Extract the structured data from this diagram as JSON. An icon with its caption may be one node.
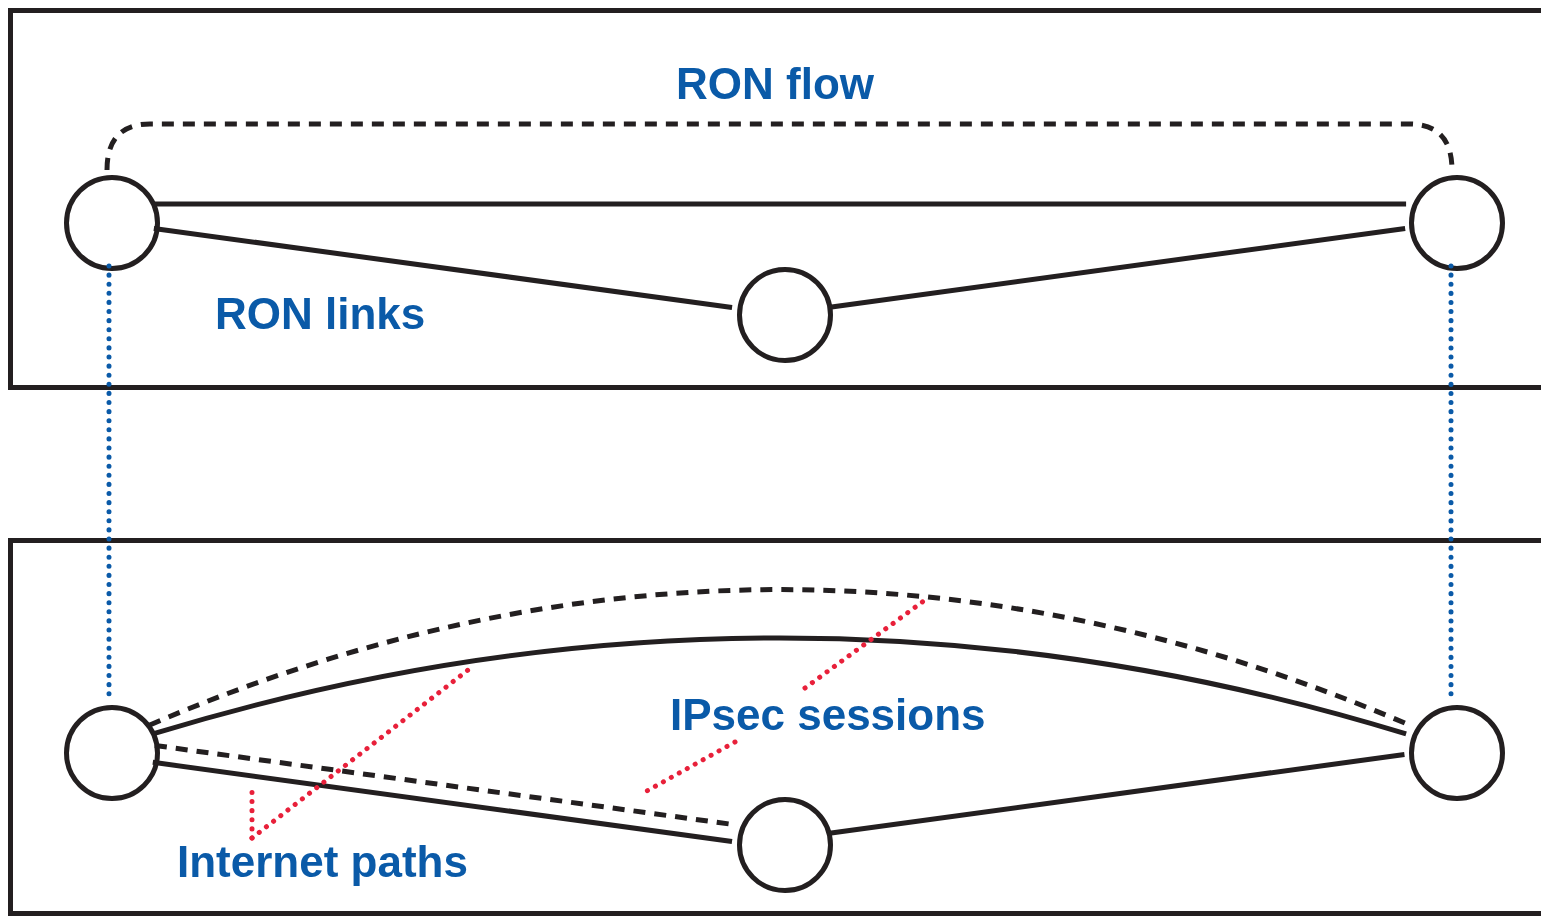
{
  "diagram": {
    "nodes": [
      {
        "text": [],
        "shape": "box"
      },
      {
        "text": [],
        "shape": "circle",
        "in": 0
      },
      {
        "text": [],
        "shape": "circle",
        "in": 0
      },
      {
        "text": [],
        "shape": "circle",
        "in": 0
      },
      {
        "text": [],
        "shape": "box"
      },
      {
        "text": [],
        "shape": "circle",
        "in": 4
      },
      {
        "text": [],
        "shape": "circle",
        "in": 4
      },
      {
        "text": [],
        "shape": "circle",
        "in": 4
      },
      {
        "text": [
          "IPsec sessions"
        ],
        "in": 4
      },
      {
        "text": [
          "Internet paths"
        ],
        "in": 4
      }
    ],
    "edges": [
      {
        "from": 1,
        "to": 2,
        "arrow": "none",
        "style": "dashed",
        "label": "RON flow"
      },
      {
        "from": 1,
        "to": 2,
        "arrow": "none"
      },
      {
        "from": 1,
        "to": 3,
        "arrow": "none"
      },
      {
        "from": 3,
        "to": 2,
        "arrow": "none"
      },
      {
        "from": 1,
        "to": 5,
        "arrow": "none",
        "style": "dashed",
        "color": "#0a5aa8"
      },
      {
        "from": 2,
        "to": 6,
        "arrow": "none",
        "style": "dashed",
        "color": "#0a5aa8"
      },
      {
        "from": 5,
        "to": 6,
        "arrow": "none",
        "style": "dashed"
      },
      {
        "from": 5,
        "to": 6,
        "arrow": "none"
      },
      {
        "from": 5,
        "to": 7,
        "arrow": "none",
        "style": "dashed"
      },
      {
        "from": 5,
        "to": 7,
        "arrow": "none"
      },
      {
        "from": 7,
        "to": 6,
        "arrow": "none"
      },
      {
        "from": 8,
        "to": null,
        "arrow": "none",
        "style": "dashed",
        "color": "#e8203a"
      },
      {
        "from": 8,
        "to": null,
        "arrow": "none",
        "style": "dashed",
        "color": "#e8203a"
      },
      {
        "from": 9,
        "to": null,
        "arrow": "none",
        "style": "dashed",
        "color": "#e8203a"
      },
      {
        "from": 9,
        "to": null,
        "arrow": "none",
        "style": "dashed",
        "color": "#e8203a"
      }
    ],
    "labels": [
      "RON links"
    ]
  }
}
